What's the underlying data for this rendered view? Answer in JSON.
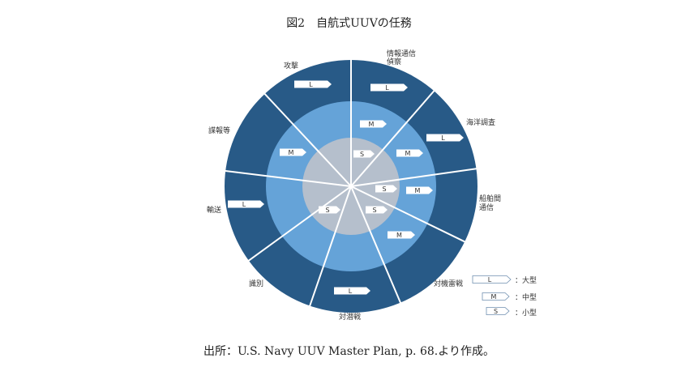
{
  "title": "図2　自航式UUVの任務",
  "caption": "出所：U.S. Navy UUV Master Plan, p. 68.より作成。",
  "missions": [
    {
      "label_lines": [
        "情報通信",
        "偵察"
      ]
    },
    {
      "label_lines": [
        "海洋調査"
      ]
    },
    {
      "label_lines": [
        "船舶間",
        "通信"
      ]
    },
    {
      "label_lines": [
        "対機雷戦"
      ]
    },
    {
      "label_lines": [
        "対潜戦"
      ]
    },
    {
      "label_lines": [
        "識別"
      ]
    },
    {
      "label_lines": [
        "輸送"
      ]
    },
    {
      "label_lines": [
        "諜報等"
      ]
    },
    {
      "label_lines": [
        "攻撃"
      ]
    }
  ],
  "badges": {
    "L": "L",
    "M": "M",
    "S": "S"
  },
  "legend": [
    {
      "code": "L",
      "label": "：大型"
    },
    {
      "code": "M",
      "label": "：中型"
    },
    {
      "code": "S",
      "label": "：小型"
    }
  ],
  "colors": {
    "outer": "#285a87",
    "middle": "#65a3d8",
    "inner": "#b5bfcc"
  }
}
